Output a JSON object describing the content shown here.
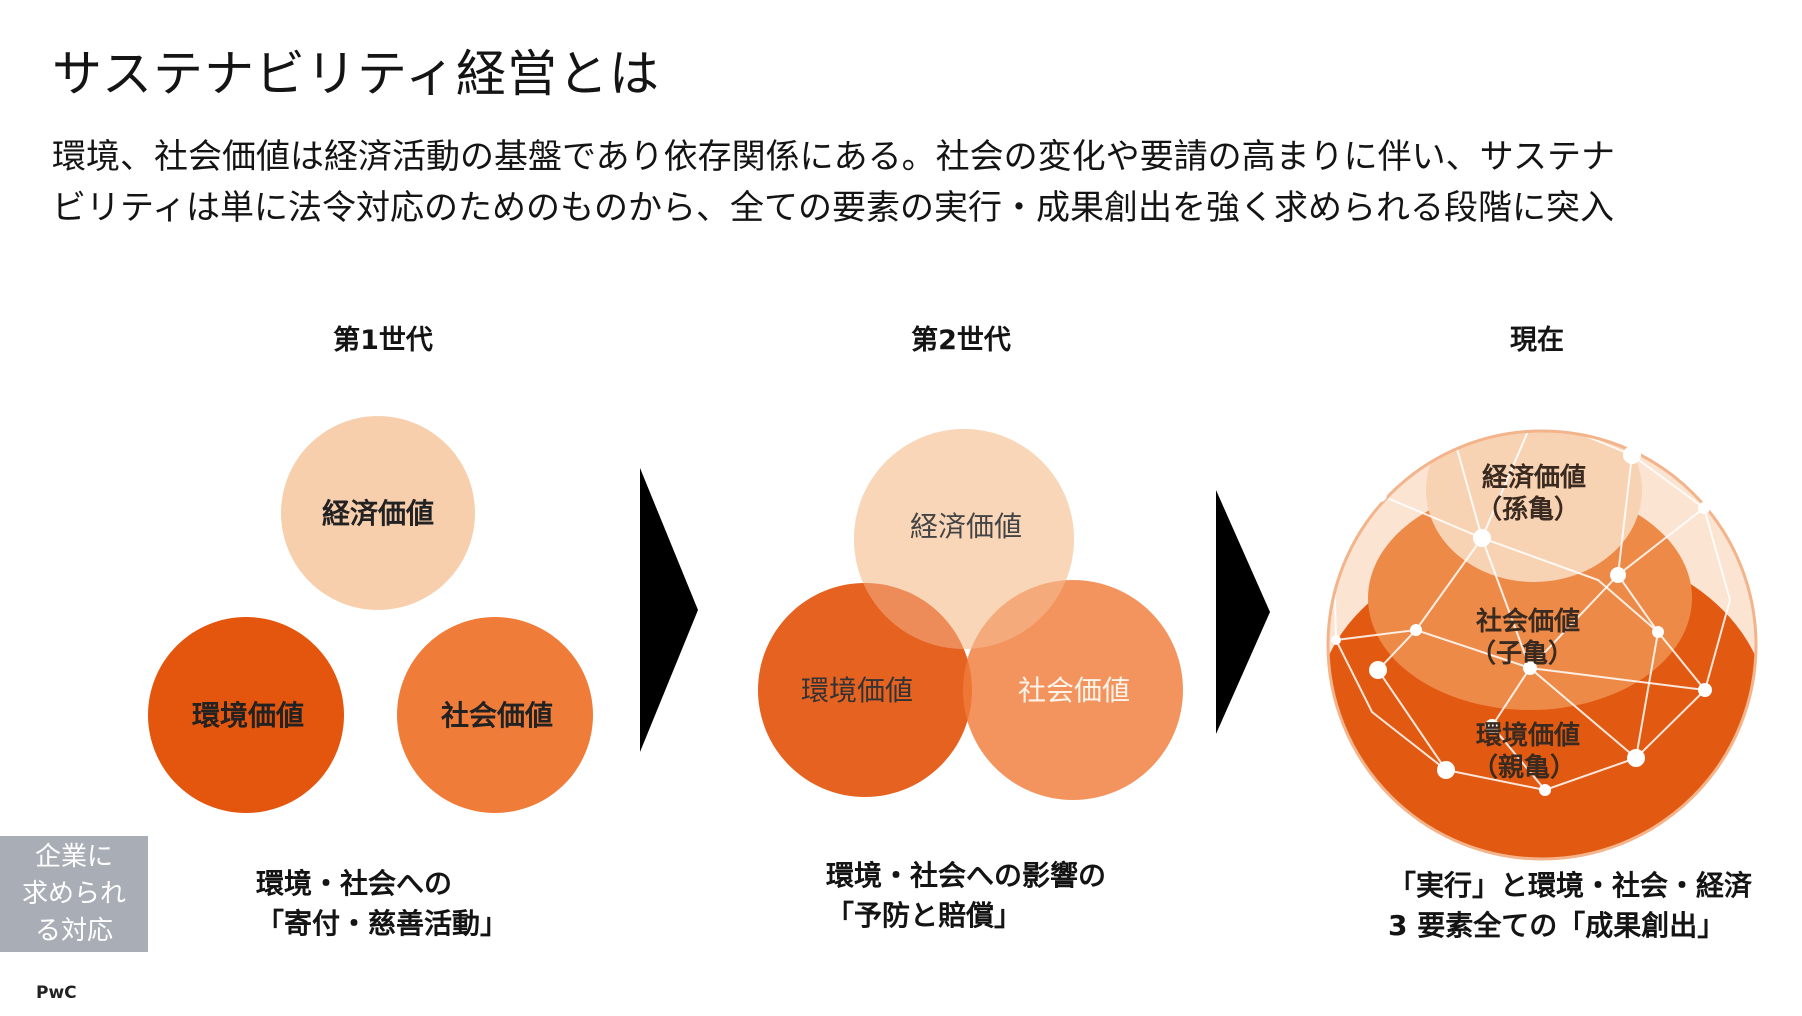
{
  "page": {
    "title": "サステナビリティ経営とは",
    "lead": [
      "環境、社会価値は経済活動の基盤であり依存関係にある。社会の変化や要請の高まりに伴い、サステナ",
      "ビリティは単に法令対応のためのものから、全ての要素の実行・成果創出を強く求められる段階に突入"
    ]
  },
  "generations": [
    {
      "heading": "第1世代",
      "circles": {
        "economic": "経済価値",
        "environment": "環境価値",
        "social": "社会価値"
      },
      "caption": [
        "環境・社会への",
        "「寄付・慈善活動」"
      ]
    },
    {
      "heading": "第2世代",
      "circles": {
        "economic": "経済価値",
        "environment": "環境価値",
        "social": "社会価値"
      },
      "caption": [
        "環境・社会への影響の",
        "「予防と賠償」"
      ]
    },
    {
      "heading": "現在",
      "layers": [
        {
          "label": "経済価値",
          "sub": "（孫亀）"
        },
        {
          "label": "社会価値",
          "sub": "（子亀）"
        },
        {
          "label": "環境価値",
          "sub": "（親亀）"
        }
      ],
      "caption": [
        "「実行」と環境・社会・経済",
        "3 要素全ての「成果創出」"
      ]
    }
  ],
  "side_tag": [
    "企業に",
    "求められ",
    "る対応"
  ],
  "footer": {
    "logo": "PwC"
  },
  "colors": {
    "economic": "#f7cfad",
    "social": "#f07c3a",
    "environment": "#e4550e",
    "dome_dark": "#e25a12",
    "arrow": "#000000",
    "side_tag_bg": "#a9aeb6"
  }
}
